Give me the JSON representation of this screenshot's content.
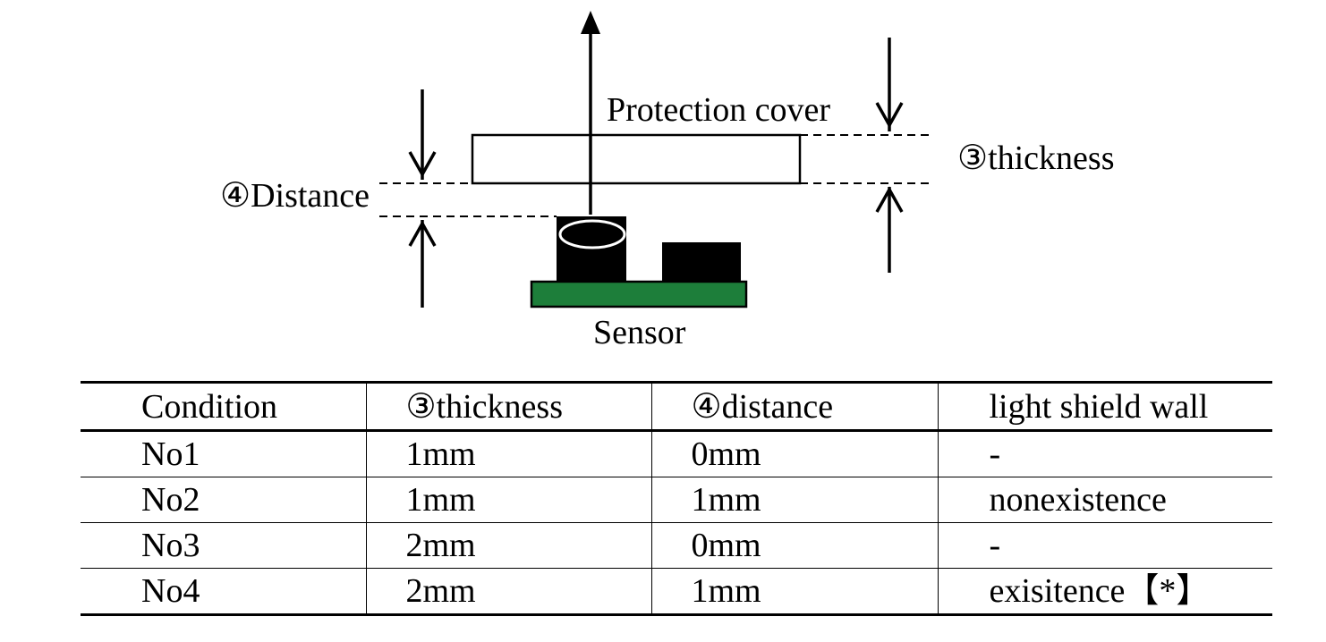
{
  "diagram": {
    "labels": {
      "protection_cover": "Protection cover",
      "thickness": "③thickness",
      "distance": "④Distance",
      "sensor": "Sensor"
    },
    "colors": {
      "pcb": "#1d7e3a",
      "component": "#000000",
      "lens_outline": "#ffffff"
    }
  },
  "table": {
    "headers": [
      "Condition",
      "③thickness",
      "④distance",
      "light shield wall"
    ],
    "rows": [
      [
        "No1",
        "1mm",
        "0mm",
        "-"
      ],
      [
        "No2",
        "1mm",
        "1mm",
        "nonexistence"
      ],
      [
        "No3",
        "2mm",
        "0mm",
        "-"
      ],
      [
        "No4",
        "2mm",
        "1mm",
        "exisitence【*】"
      ]
    ]
  }
}
